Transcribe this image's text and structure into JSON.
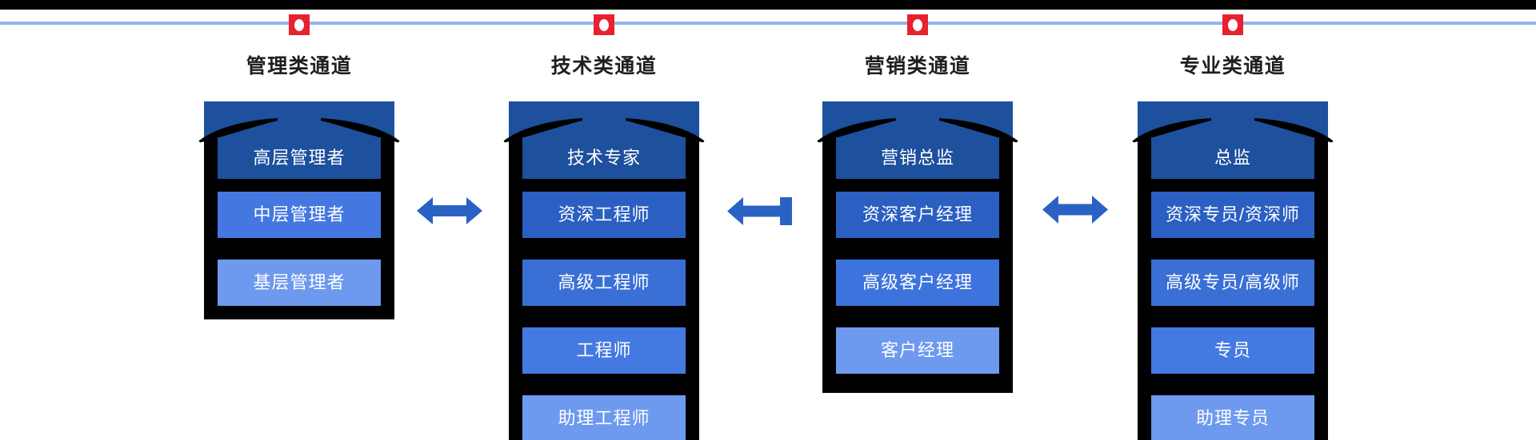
{
  "diagram": {
    "top_bar_color": "#000000",
    "timeline": {
      "line_color": "#8fb4ee",
      "marker_color": "#e8212e",
      "marker_dot_color": "#ffffff"
    },
    "title_color": "#1f1f1f",
    "label_color": "#ffffff",
    "rail_color": "#000000",
    "arrow_color": "#2a62c4",
    "channels": [
      {
        "title": "管理类通道",
        "levels": [
          {
            "label": "高层管理者",
            "color": "#1d509d"
          },
          {
            "label": "中层管理者",
            "color": "#4478e0"
          },
          {
            "label": "基层管理者",
            "color": "#6d99ee"
          }
        ]
      },
      {
        "title": "技术类通道",
        "levels": [
          {
            "label": "技术专家",
            "color": "#1d509d"
          },
          {
            "label": "资深工程师",
            "color": "#2b60c2"
          },
          {
            "label": "高级工程师",
            "color": "#3a6fd6"
          },
          {
            "label": "工程师",
            "color": "#4479e1"
          },
          {
            "label": "助理工程师",
            "color": "#6d99ee"
          }
        ]
      },
      {
        "title": "营销类通道",
        "levels": [
          {
            "label": "营销总监",
            "color": "#1d509d"
          },
          {
            "label": "资深客户经理",
            "color": "#2b60c2"
          },
          {
            "label": "高级客户经理",
            "color": "#3d73dc"
          },
          {
            "label": "客户经理",
            "color": "#6d99ee"
          }
        ]
      },
      {
        "title": "专业类通道",
        "levels": [
          {
            "label": "总监",
            "color": "#1d509d"
          },
          {
            "label": "资深专员/资深师",
            "color": "#2b60c2"
          },
          {
            "label": "高级专员/高级师",
            "color": "#3a6fd6"
          },
          {
            "label": "专员",
            "color": "#4479e1"
          },
          {
            "label": "助理专员",
            "color": "#6d99ee"
          }
        ]
      }
    ],
    "arrows": [
      {
        "type": "double",
        "between": "管理类通道-技术类通道"
      },
      {
        "type": "left",
        "between": "技术类通道-营销类通道"
      },
      {
        "type": "double",
        "between": "营销类通道-专业类通道"
      }
    ]
  }
}
